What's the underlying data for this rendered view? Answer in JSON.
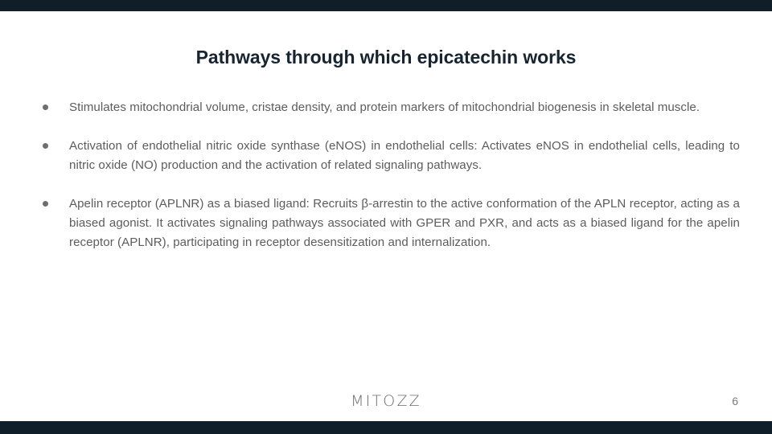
{
  "slide": {
    "title": "Pathways through which epicatechin works",
    "bullets": [
      "Stimulates mitochondrial volume, cristae density, and protein markers of mitochondrial biogenesis in skeletal muscle.",
      "Activation of endothelial nitric oxide synthase (eNOS) in endothelial cells: Activates eNOS in endothelial cells, leading to nitric oxide (NO) production and the activation of related signaling pathways.",
      "Apelin receptor (APLNR) as a biased ligand: Recruits β-arrestin to the active conformation of the APLN receptor, acting as a biased agonist. It activates signaling pathways associated with GPER and PXR, and acts as a biased ligand for the apelin receptor (APLNR), participating in receptor desensitization and internalization."
    ],
    "footer": {
      "logo": "MITOZZ",
      "page_number": "6"
    },
    "colors": {
      "bar": "#0f1e28",
      "title": "#18242f",
      "body_text": "#5c5c5c",
      "bullet_marker": "#6e6e6e",
      "background": "#ffffff",
      "logo": "#6b6b6b",
      "page_number": "#7a7a7a"
    }
  }
}
